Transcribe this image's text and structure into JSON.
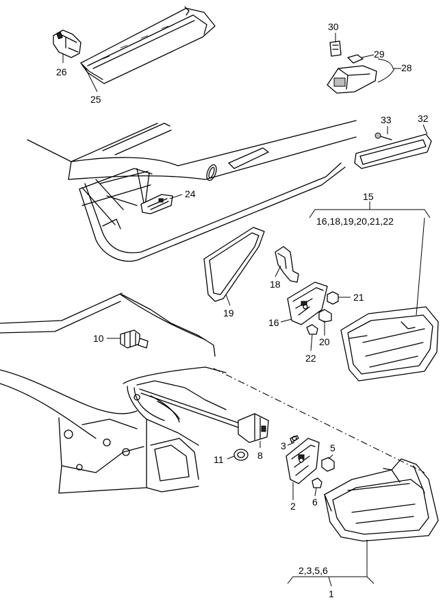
{
  "diagram": {
    "type": "exploded-parts-view",
    "callouts": {
      "c1": "1",
      "c2": "2",
      "c3": "3",
      "c5": "5",
      "c6": "6",
      "c8": "8",
      "c10": "10",
      "c11": "11",
      "c15": "15",
      "c16": "16",
      "c18": "18",
      "c19": "19",
      "c20": "20",
      "c21": "21",
      "c22": "22",
      "c24": "24",
      "c25": "25",
      "c26": "26",
      "c28": "28",
      "c29": "29",
      "c30": "30",
      "c32": "32",
      "c33": "33"
    },
    "groups": {
      "g15": "16,18,19,20,21,22",
      "g1": "2,3,5,6"
    }
  }
}
